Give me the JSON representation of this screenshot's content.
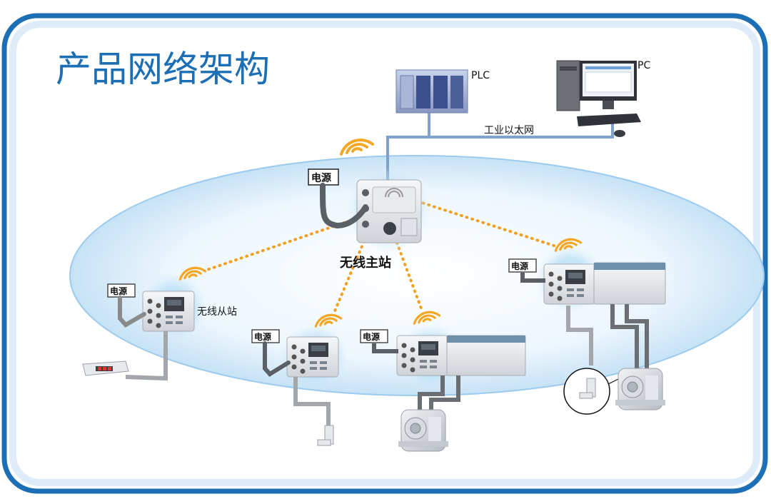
{
  "title": "产品网络架构",
  "labels": {
    "plc": "PLC",
    "pc": "PC",
    "ethernet": "工业以太网",
    "master_station": "无线主站",
    "slave_station": "无线从站",
    "power": "电源"
  },
  "colors": {
    "frame_border": "#1d6fb5",
    "title": "#1d6fb5",
    "ellipse_fill": "#d7ecf9",
    "ellipse_edge": "#7fb9e3",
    "wireless_link": "#f0a020",
    "wifi_icon": "#f5a623",
    "ethernet_line": "#7ea2cc",
    "cable": "#8a8a8a",
    "module_body": "#e9ebee"
  },
  "icons": [
    "plc-icon",
    "pc-icon",
    "wireless-master-station-icon",
    "wireless-slave-station-icon",
    "wifi-signal-icon",
    "valve-manifold-icon",
    "sensor-icon",
    "cylinder-icon",
    "pressure-switch-icon",
    "power-cable-icon"
  ]
}
